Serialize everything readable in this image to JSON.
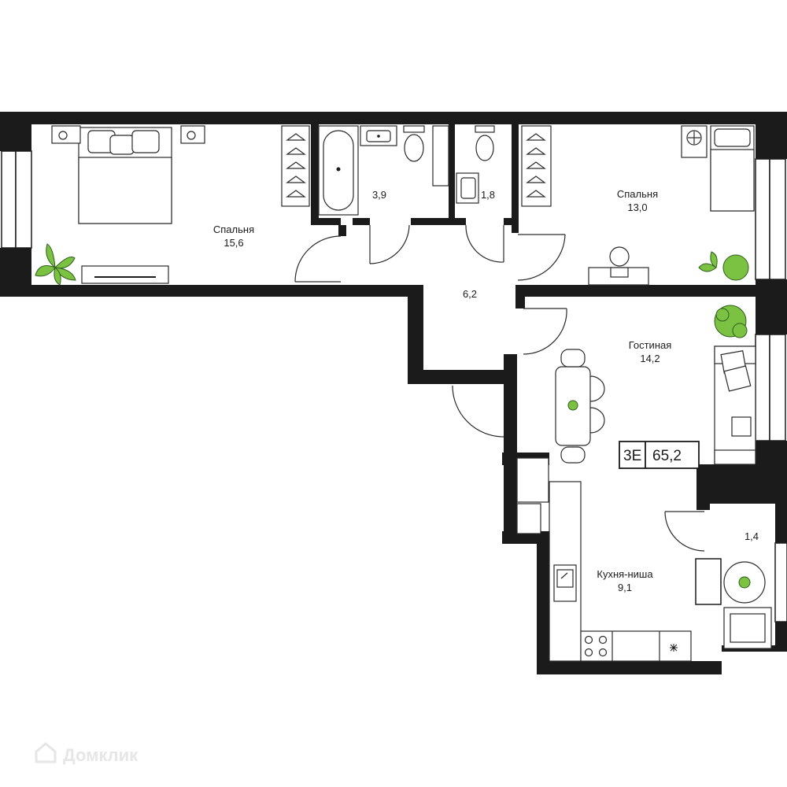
{
  "rooms": {
    "bedroom1": {
      "label": "Спальня",
      "area": "15,6"
    },
    "bath": {
      "area": "3,9"
    },
    "wc": {
      "area": "1,8"
    },
    "bedroom2": {
      "label": "Спальня",
      "area": "13,0"
    },
    "hall": {
      "area": "6,2"
    },
    "living": {
      "label": "Гостиная",
      "area": "14,2"
    },
    "kitchen": {
      "label": "Кухня-ниша",
      "area": "9,1"
    },
    "balcony": {
      "area": "1,4"
    }
  },
  "badge": {
    "type": "3Е",
    "total_area": "65,2"
  },
  "watermark": {
    "text": "Домклик"
  },
  "icons": [
    "plant-icon",
    "hanger-icon",
    "bathtub-icon",
    "toilet-icon",
    "sink-icon",
    "bed-icon",
    "lamp-icon",
    "chair-icon",
    "stove-icon",
    "sofa-icon",
    "table-icon",
    "door-icon",
    "window-icon",
    "watermark-logo-icon"
  ],
  "colors": {
    "wall": "#1b1b1b",
    "plant": "#7cc242",
    "plant_dark": "#2f5d1e",
    "floor": "#ffffff"
  }
}
